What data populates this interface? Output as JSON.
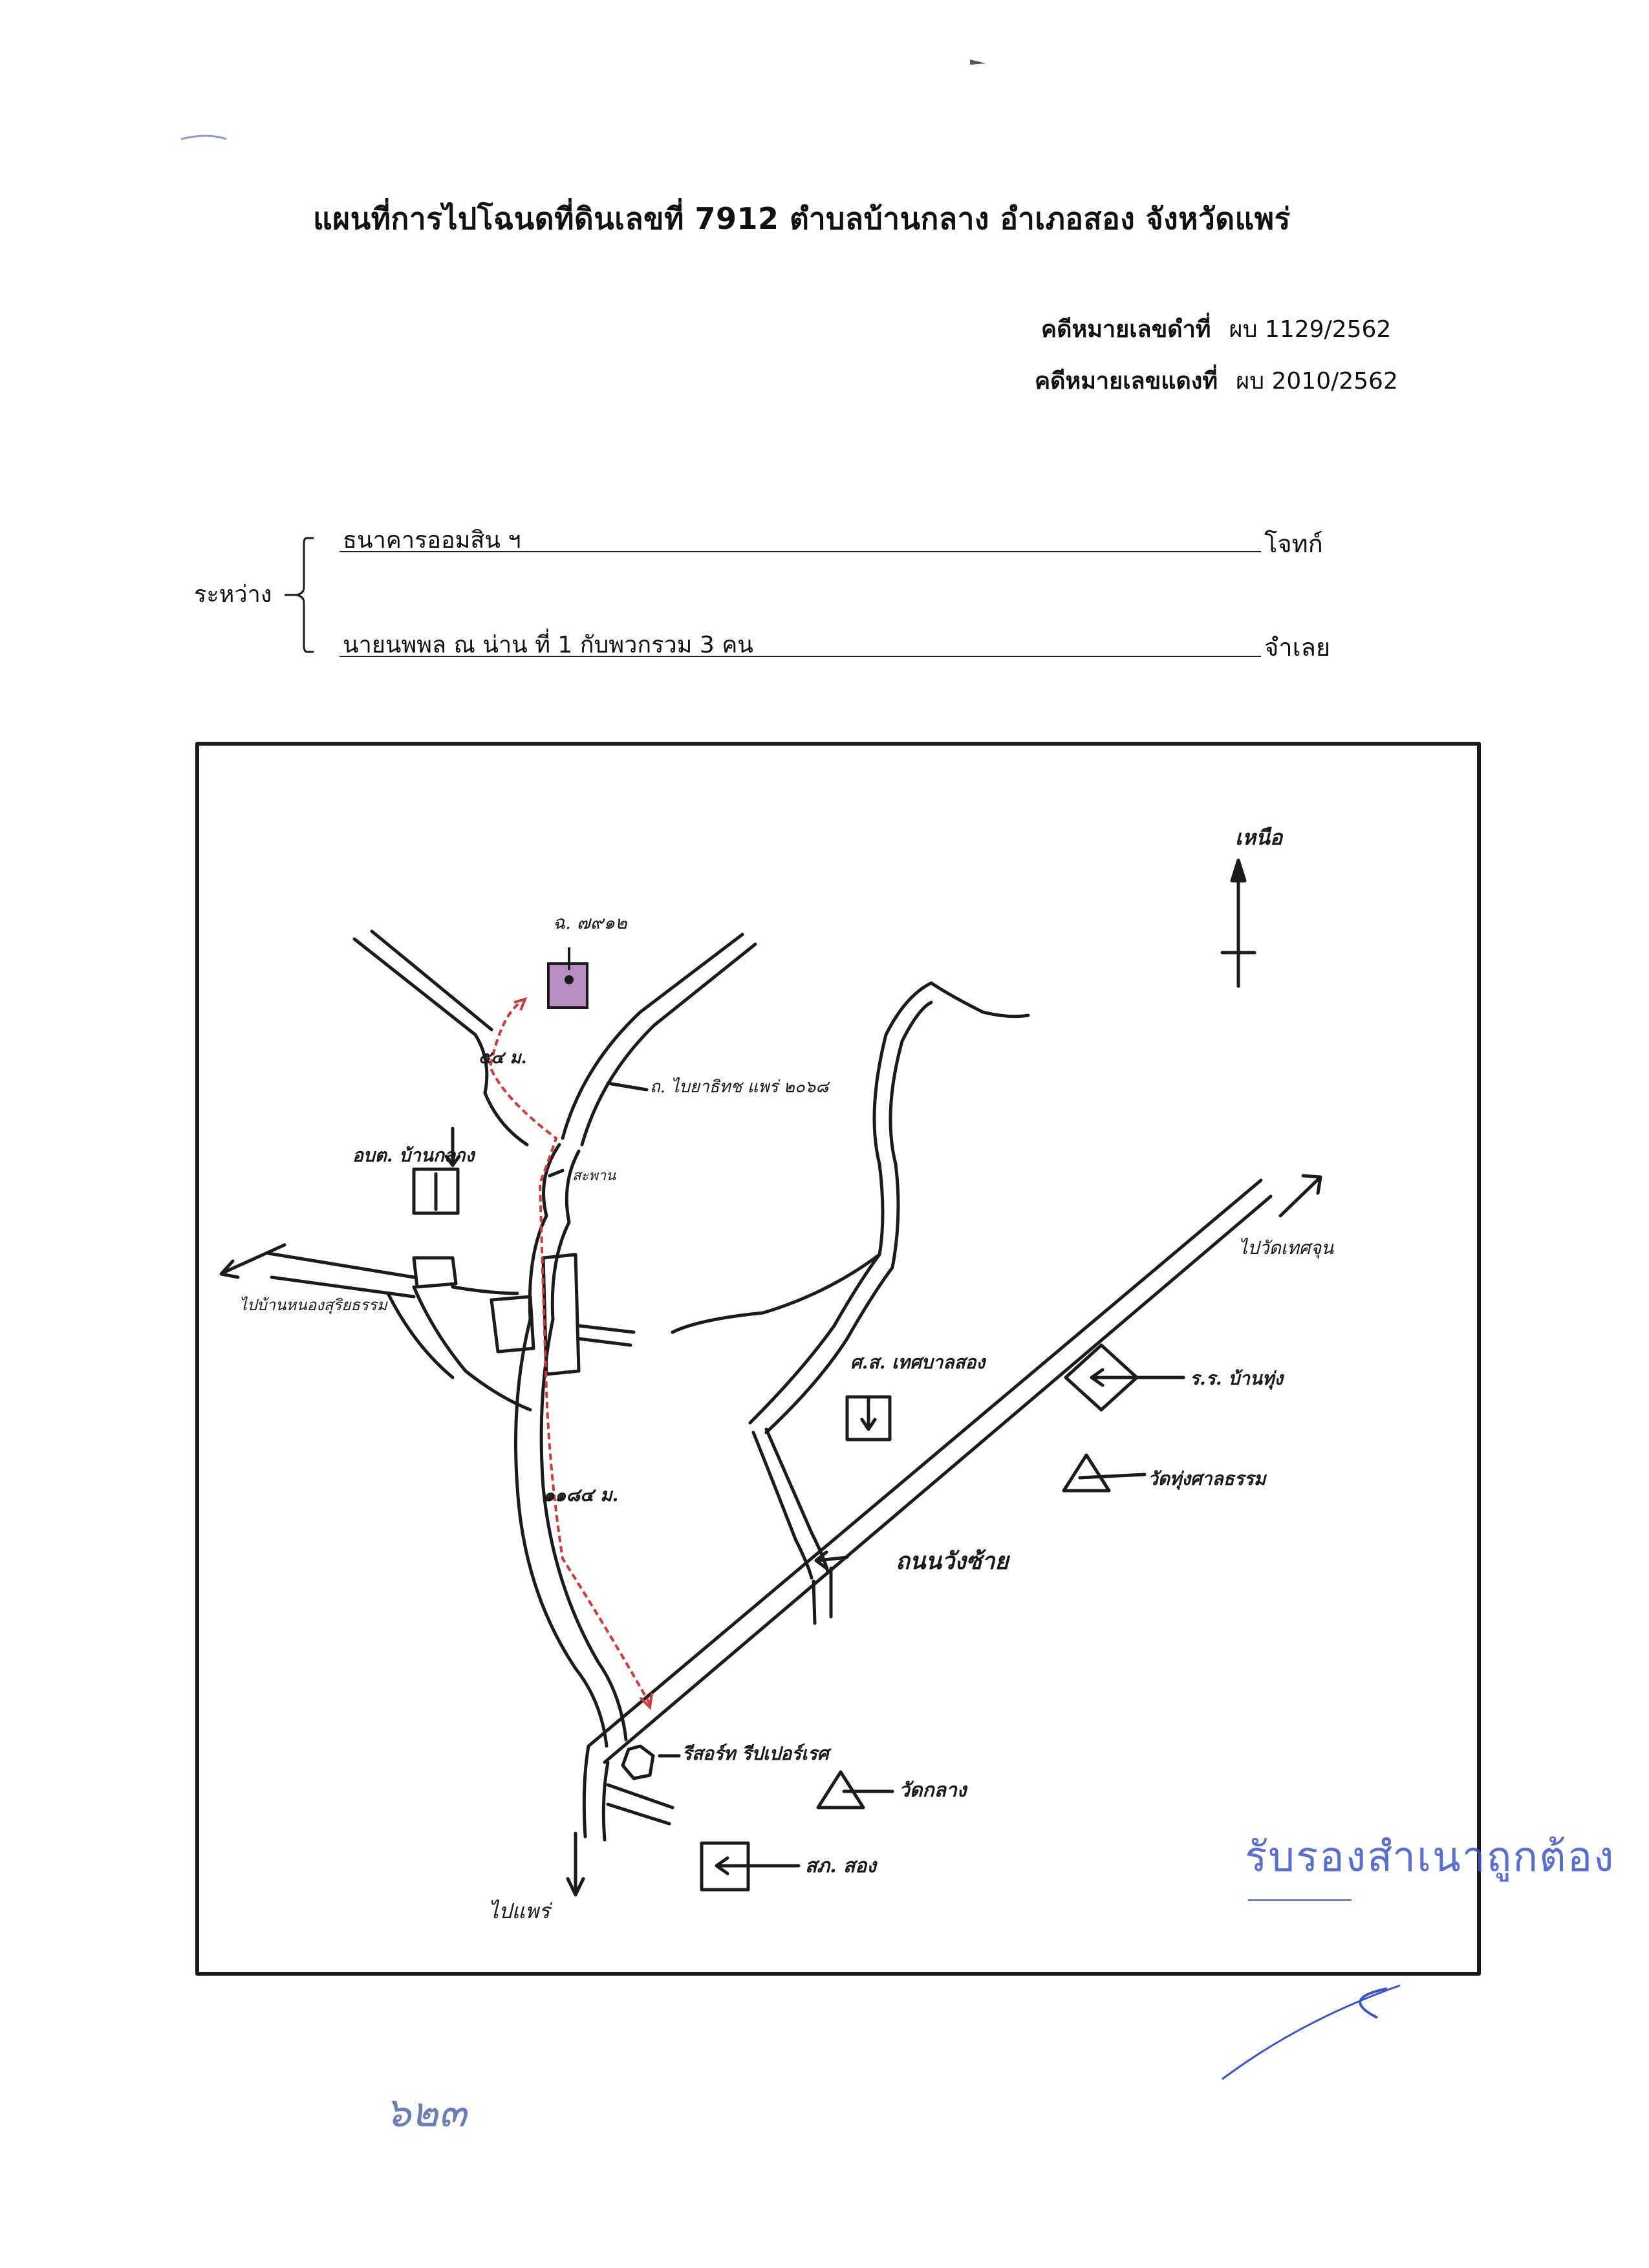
{
  "document": {
    "title": "แผนที่การไปโฉนดที่ดินเลขที่  7912  ตำบลบ้านกลาง อำเภอสอง จังหวัดแพร่",
    "black_case": {
      "label": "คดีหมายเลขดำที่",
      "value": "ผบ  1129/2562"
    },
    "red_case": {
      "label": "คดีหมายเลขแดงที่",
      "value": "ผบ  2010/2562"
    },
    "between_label": "ระหว่าง",
    "plaintiff": {
      "name": "ธนาคารออมสิน ฯ",
      "role": "โจทก์"
    },
    "defendant": {
      "name": "นายนพพล  ณ น่าน  ที่ 1  กับพวกรวม 3 คน",
      "role": "จำเลย"
    }
  },
  "map": {
    "north": "เหนือ",
    "parcel": "ฉ. ๗๙๑๒",
    "distance_1": "๕๔ ม.",
    "distance_2": "๑๑๘๔ ม.",
    "road_name_1": "ถ. ไบยาธิทช แพร่ ๒๐๖๘",
    "bridge": "สะพาน",
    "subdistrict_office": "อบต. บ้านกลาง",
    "to_village": "ไปบ้านหนองสุริยธรรม",
    "health_center": "ศ.ส. เทศบาลสอง",
    "to_temple": "ไปวัดเทศจุน",
    "school": "ร.ร. บ้านทุ่ง",
    "temple_1": "วัดทุ่งศาลธรรม",
    "main_road": "ถนนวังซ้าย",
    "resort": "รีสอร์ท รีปเปอร์เรศ",
    "temple_2": "วัดกลาง",
    "police": "สภ. สอง",
    "to_phrae": "ไปแพร่",
    "colors": {
      "route": "#d0393a",
      "parcel": "#b98ec2",
      "ink": "#1b1b1b"
    }
  },
  "annotations": {
    "stamp": "รับรองสำเนาถูกต้อง",
    "folio": "๖๒๓"
  }
}
